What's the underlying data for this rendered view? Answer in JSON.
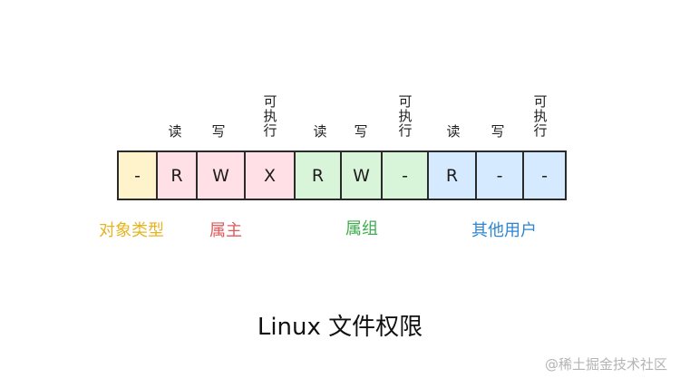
{
  "headers": {
    "owner_read": "读",
    "owner_write": "写",
    "owner_exec": "可\n执\n行",
    "group_read": "读",
    "group_write": "写",
    "group_exec": "可\n执\n行",
    "other_read": "读",
    "other_write": "写",
    "other_exec": "可\n执\n行"
  },
  "cells": [
    "-",
    "R",
    "W",
    "X",
    "R",
    "W",
    "-",
    "R",
    "-",
    "-"
  ],
  "groups": {
    "type": "对象类型",
    "owner": "属主",
    "group": "属组",
    "other": "其他用户"
  },
  "colors": {
    "type_fill": "#fff3cc",
    "type_text": "#e6b422",
    "owner_fill": "#ffe0e6",
    "owner_text": "#e05a5a",
    "group_fill": "#d9f5d9",
    "group_text": "#3fae4f",
    "other_fill": "#d6eaff",
    "other_text": "#2f86d0"
  },
  "title": "Linux 文件权限",
  "watermark": "@稀土掘金技术社区"
}
